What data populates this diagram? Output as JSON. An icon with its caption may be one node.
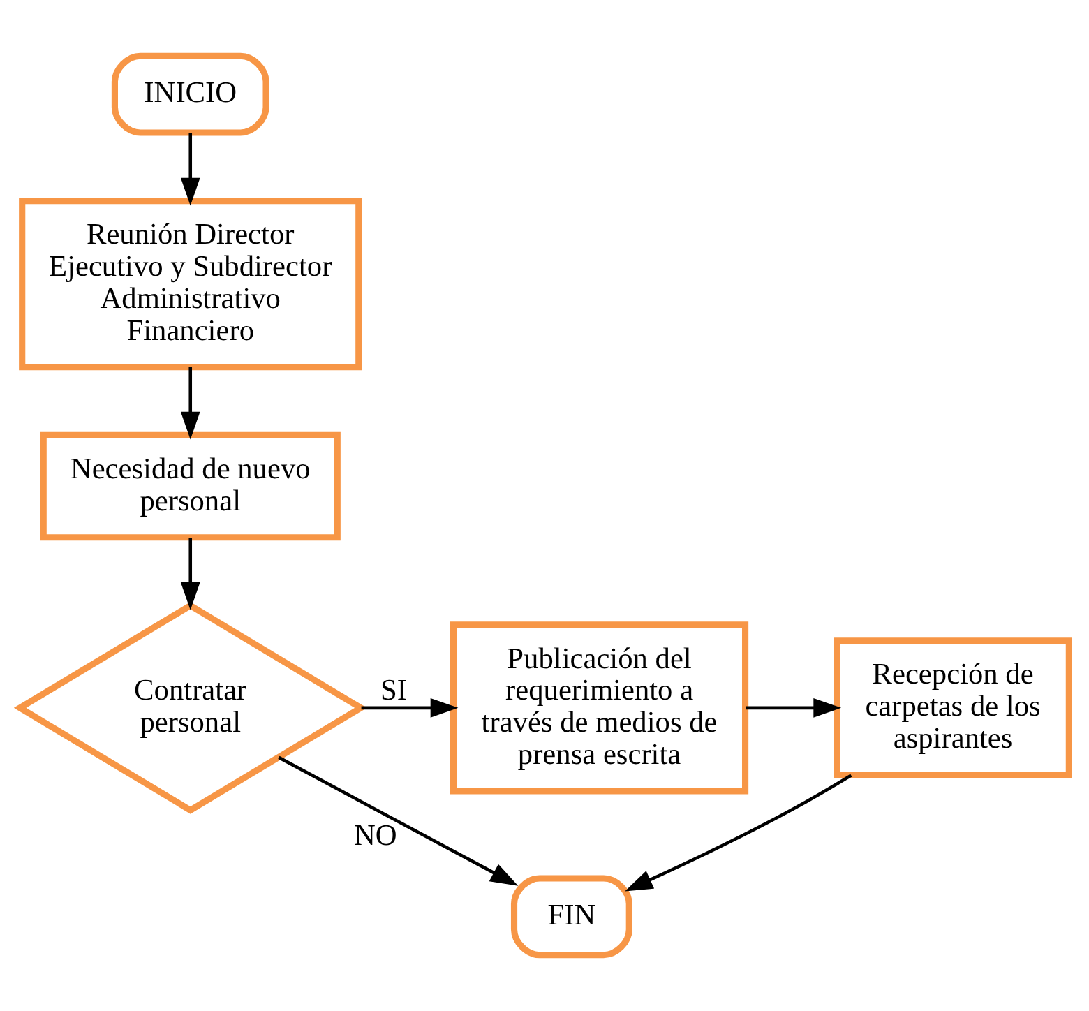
{
  "diagram": {
    "nodes": [
      {
        "text": [
          "INICIO"
        ]
      },
      {
        "text": [
          "Reunión Director Ejecutivo y Subdirector Administrativo Financiero"
        ]
      },
      {
        "text": [
          "Necesidad de nuevo personal"
        ]
      },
      {
        "text": [
          "Contratar personal"
        ]
      },
      {
        "text": [
          "Publicación del requerimiento a través de medios de prensa escrita"
        ]
      },
      {
        "text": [
          "Recepción de carpetas de los aspirantes"
        ]
      },
      {
        "text": [
          "FIN"
        ]
      }
    ],
    "edges": [
      {
        "from": 0,
        "to": 1,
        "arrow": "to"
      },
      {
        "from": 1,
        "to": 2,
        "arrow": "to"
      },
      {
        "from": 2,
        "to": 3,
        "arrow": "to"
      },
      {
        "from": 3,
        "to": 4,
        "arrow": "to",
        "label": "SI"
      },
      {
        "from": 4,
        "to": 5,
        "arrow": "to"
      },
      {
        "from": 5,
        "to": 6,
        "arrow": "to"
      },
      {
        "from": 3,
        "to": 6,
        "arrow": "to",
        "label": "NO"
      }
    ]
  }
}
